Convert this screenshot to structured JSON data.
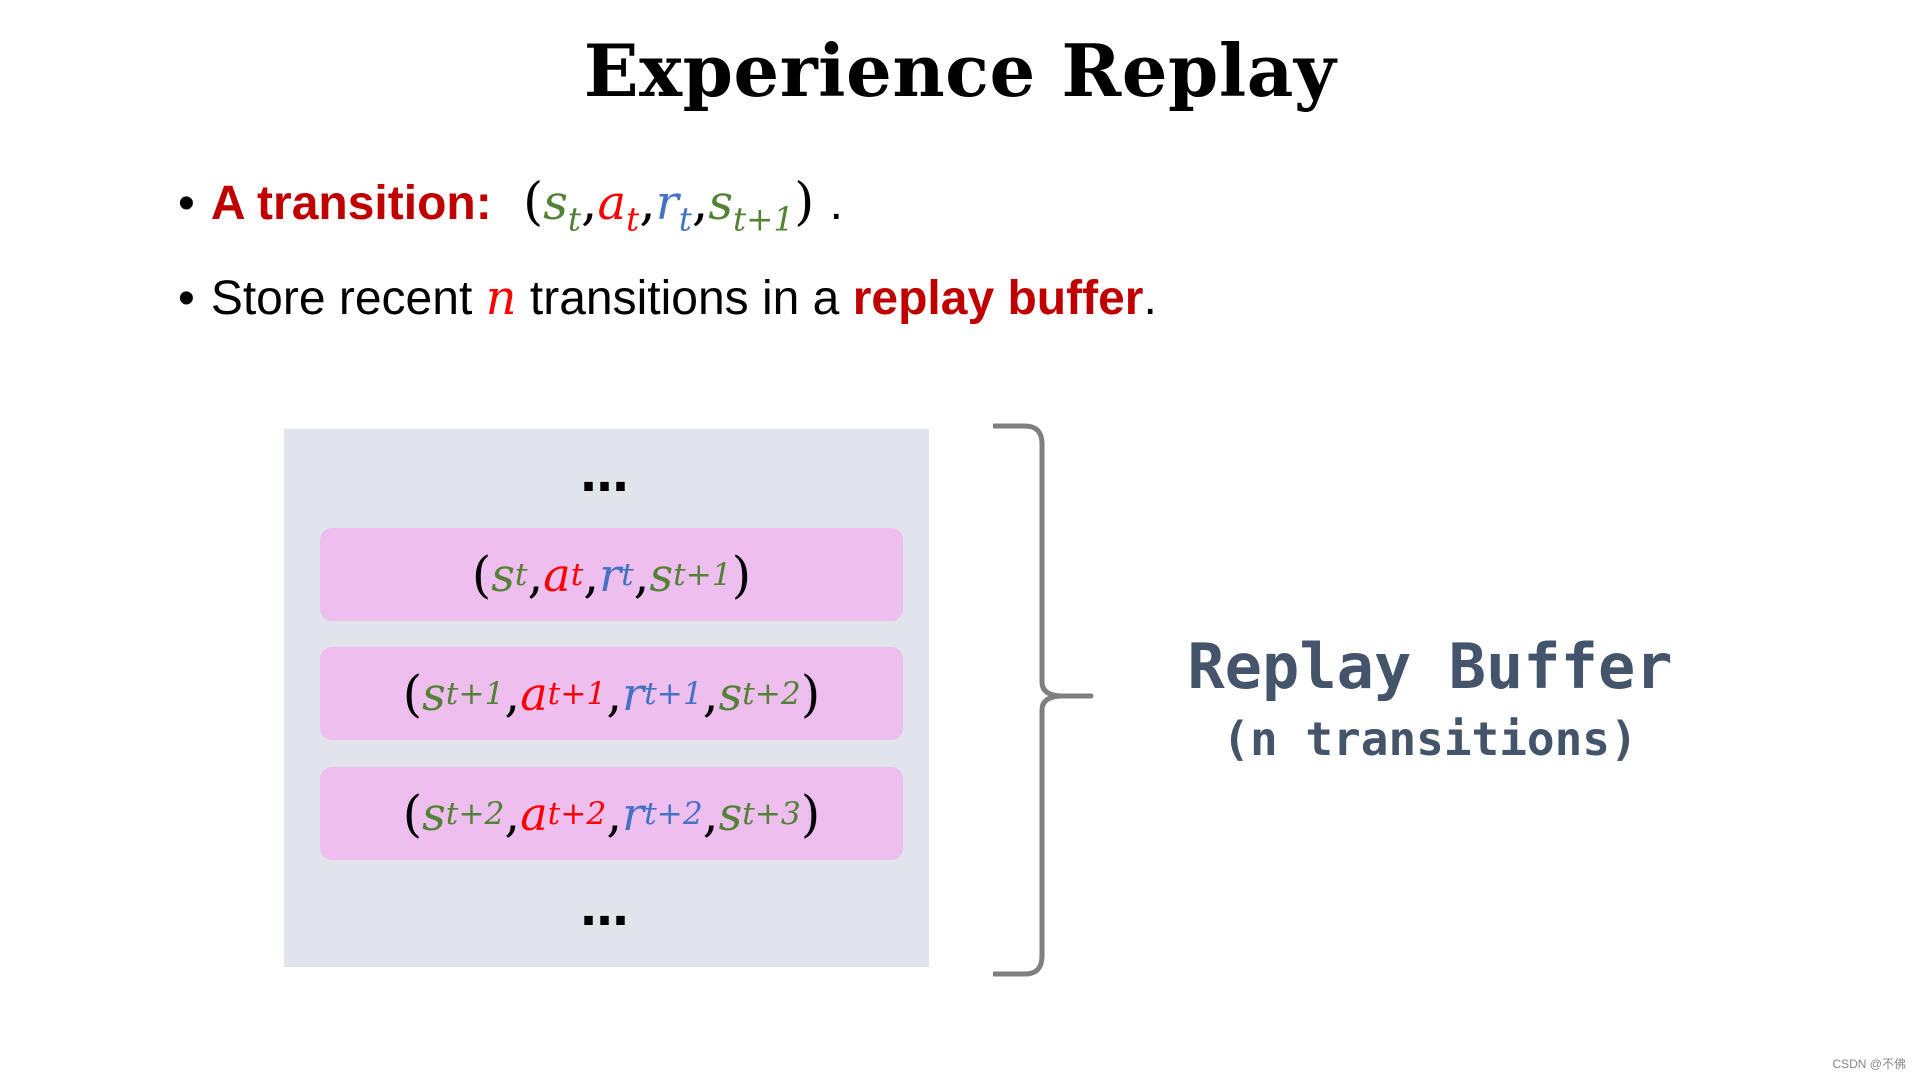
{
  "title": "Experience Replay",
  "bullets": {
    "b1_label": "A transition:",
    "b1_tail": " .",
    "b2_pre": "Store recent ",
    "b2_var": "n",
    "b2_mid": " transitions in a ",
    "b2_emph": "replay buffer",
    "b2_end": "."
  },
  "buffer": {
    "ellipsis_top": "…",
    "ellipsis_bottom": "…",
    "rows": [
      {
        "s": "s",
        "s_sub": "t",
        "a": "a",
        "a_sub": "t",
        "r": "r",
        "r_sub": "t",
        "sn": "s",
        "sn_sub": "t+1"
      },
      {
        "s": "s",
        "s_sub": "t+1",
        "a": "a",
        "a_sub": "t+1",
        "r": "r",
        "r_sub": "t+1",
        "sn": "s",
        "sn_sub": "t+2"
      },
      {
        "s": "s",
        "s_sub": "t+2",
        "a": "a",
        "a_sub": "t+2",
        "r": "r",
        "r_sub": "t+2",
        "sn": "s",
        "sn_sub": "t+3"
      }
    ]
  },
  "label": {
    "main": "Replay Buffer",
    "sub": "(n transitions)"
  },
  "watermark": "CSDN @不佛",
  "colors": {
    "state": "#538135",
    "action": "#ff0000",
    "reward": "#4472c4",
    "accent": "#c00000",
    "row_fill": "#edbeee",
    "box_fill": "#e2e4eb",
    "label": "#44546a"
  }
}
